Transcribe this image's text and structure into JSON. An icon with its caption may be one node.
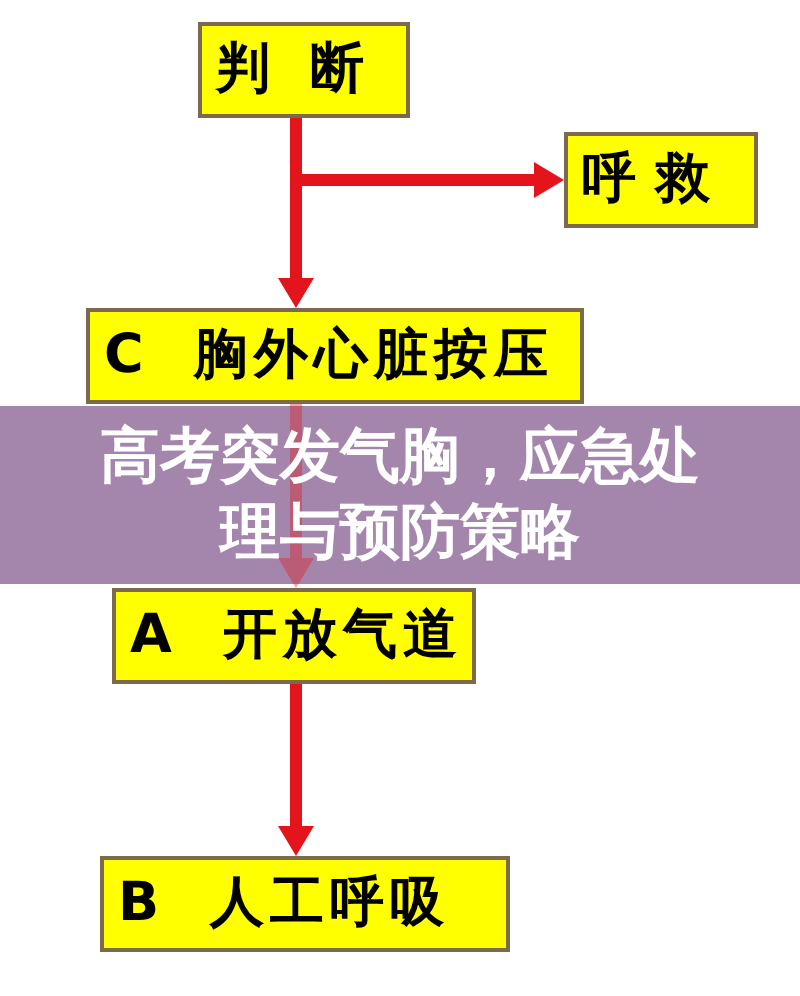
{
  "diagram": {
    "title": "高考突发气胸，应急处理与预防策略",
    "nodes": [
      {
        "text": [
          "判断"
        ]
      },
      {
        "text": [
          "呼救"
        ]
      },
      {
        "text": [
          "C 胸外心脏按压"
        ]
      },
      {
        "text": [
          "A 开放气道"
        ]
      },
      {
        "text": [
          "B 人工呼吸"
        ]
      }
    ],
    "edges": [
      {
        "from": 0,
        "to": 1,
        "arrow": "to"
      },
      {
        "from": 0,
        "to": 2,
        "arrow": "to"
      },
      {
        "from": 2,
        "to": 3,
        "arrow": "to"
      },
      {
        "from": 3,
        "to": 4,
        "arrow": "to"
      }
    ]
  }
}
